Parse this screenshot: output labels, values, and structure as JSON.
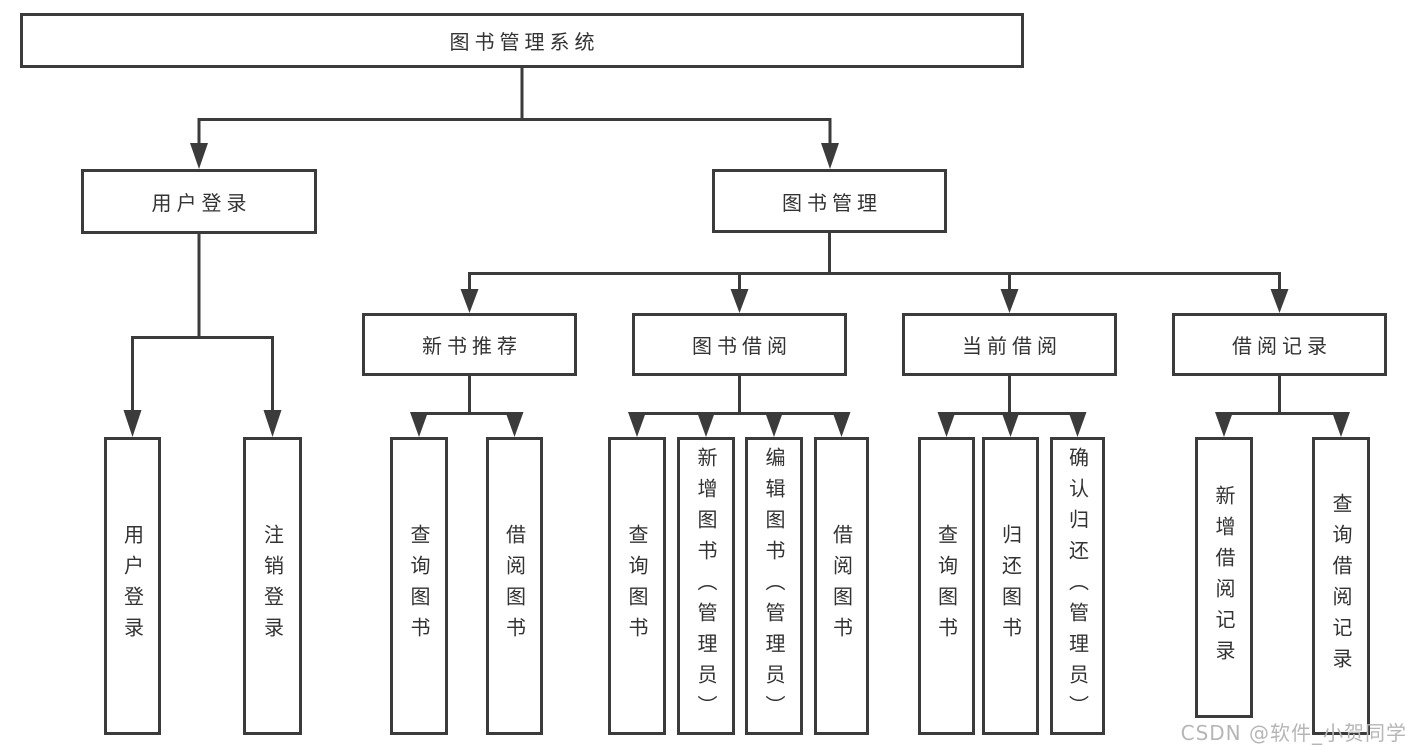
{
  "diagram": {
    "nodes": {
      "root": "图书管理系统",
      "userLogin": "用户登录",
      "bookMgmt": "图书管理",
      "newBookRec": "新书推荐",
      "bookBorrow": "图书借阅",
      "currentBorrow": "当前借阅",
      "borrowRecords": "借阅记录",
      "leafUserLogin": "用户登录",
      "leafLogout": "注销登录",
      "leafQueryBook1": "查询图书",
      "leafBorrowBook1": "借阅图书",
      "leafQueryBook2": "查询图书",
      "leafAddBook": "新增图书（管理员）",
      "leafEditBook": "编辑图书（管理员）",
      "leafBorrowBook2": "借阅图书",
      "leafQueryBook3": "查询图书",
      "leafReturnBook": "归还图书",
      "leafConfirmReturn": "确认归还（管理员）",
      "leafAddBorrowRecord": "新增借阅记录",
      "leafQueryBorrowRecord": "查询借阅记录"
    },
    "line_color": "#3b3b3b",
    "text_color": "#333333"
  },
  "watermark": "CSDN @软件_小贺同学"
}
